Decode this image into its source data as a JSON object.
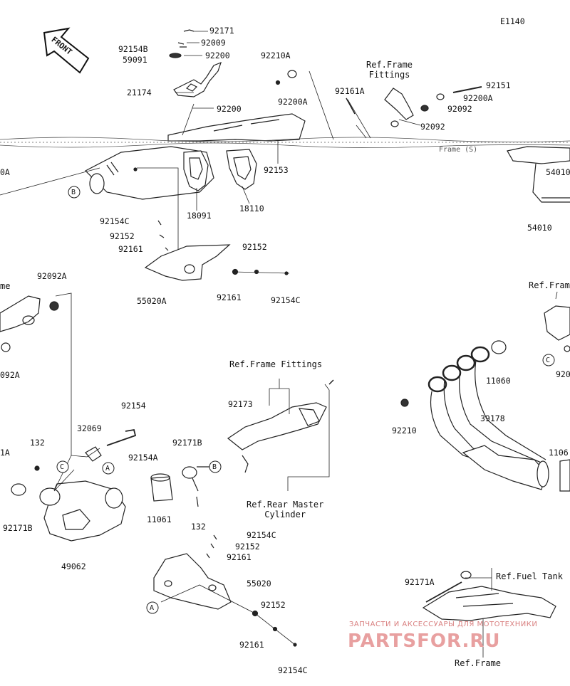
{
  "header": {
    "code": "E1140",
    "front_label": "FRONT"
  },
  "callouts": {
    "a": "A",
    "b": "B",
    "c": "C"
  },
  "parts": {
    "p92171": "92171",
    "p92154B": "92154B",
    "p92009": "92009",
    "p59091": "59091",
    "p92200_top": "92200",
    "p21174": "21174",
    "p92200_mid": "92200",
    "p92210A": "92210A",
    "p92200A_mid": "92200A",
    "p92153": "92153",
    "p18091": "18091",
    "p18110": "18110",
    "p92161A_top": "92161A",
    "p92151": "92151",
    "p92200A_right": "92200A",
    "p92092_a": "92092",
    "p92092_b": "92092",
    "p54010_a": "54010",
    "p54010_b": "54010",
    "p_0A": "0A",
    "p92154C_a": "92154C",
    "p92152_a": "92152",
    "p92161_a": "92161",
    "p92152_b": "92152",
    "p92161_b": "92161",
    "p92154C_b": "92154C",
    "p55020A": "55020A",
    "p92092A_a": "92092A",
    "p092A": "092A",
    "p92154": "92154",
    "p32069": "32069",
    "p92154A": "92154A",
    "p132_a": "132",
    "p1A": "1A",
    "p92171B_a": "92171B",
    "p49062": "49062",
    "p92171B_b": "92171B",
    "p11061_a": "11061",
    "p132_b": "132",
    "p92173": "92173",
    "p92154C_c": "92154C",
    "p92152_c": "92152",
    "p92161_c": "92161",
    "p55020": "55020",
    "p92152_d": "92152",
    "p92161_d": "92161",
    "p92154C_d": "92154C",
    "p11060": "11060",
    "p39178": "39178",
    "p92210": "92210",
    "p1106": "1106",
    "p92171A": "92171A",
    "p920": "920"
  },
  "refs": {
    "frame_fittings_top": "Ref.Frame\nFittings",
    "frame_fittings_mid": "Ref.Frame Fittings",
    "rear_master": "Ref.Rear Master\nCylinder",
    "fuel_tank": "Ref.Fuel Tank",
    "frame_bottom": "Ref.Frame",
    "frame_right": "Ref.Fram",
    "frame_left": "me",
    "frame_right_top": "Frame (S)"
  },
  "watermark": {
    "tagline": "ЗАПЧАСТИ И АКСЕССУАРЫ ДЛЯ МОТОТЕХНИКИ",
    "brand": "PARTSFOR.RU",
    "color": "#e8a0a0"
  }
}
